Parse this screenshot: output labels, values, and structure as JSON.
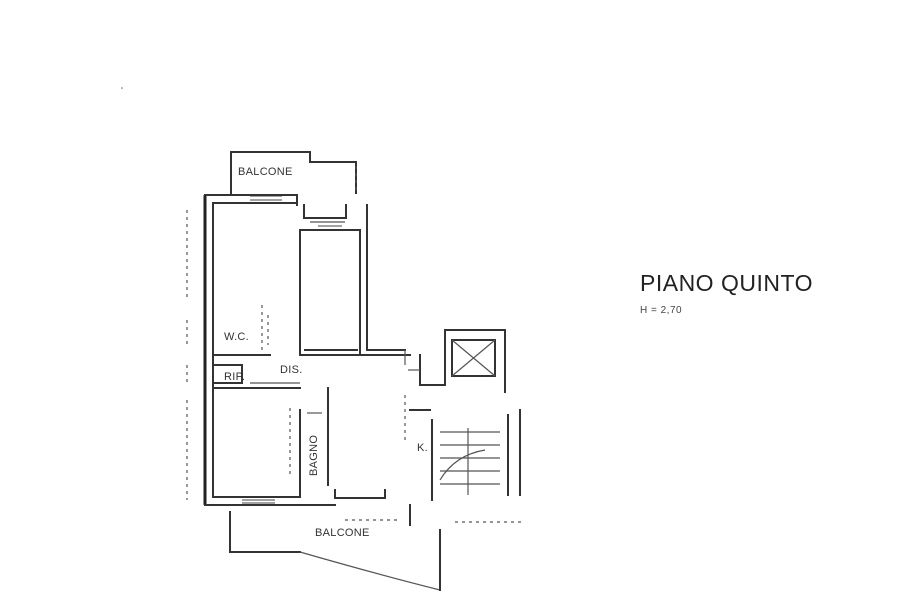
{
  "plan": {
    "title": "PIANO QUINTO",
    "height_label": "H = 2,70",
    "rooms": {
      "balcone_top": "BALCONE",
      "wc": "W.C.",
      "rip": "RIP.",
      "dis": "DIS.",
      "bagno": "BAGNO",
      "k": "K.",
      "balcone_bottom": "BALCONE"
    }
  }
}
